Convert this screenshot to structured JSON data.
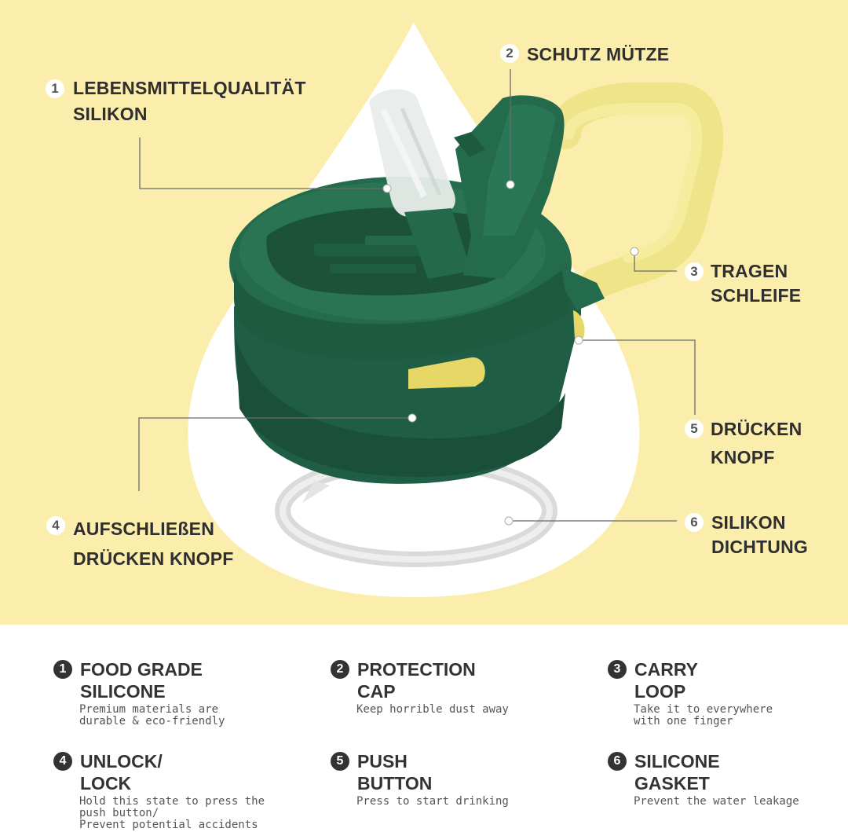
{
  "colors": {
    "background_top": "#fbeeac",
    "drop": "#ffffff",
    "lid_green": "#21664a",
    "handle_yellow": "#f1e48b",
    "gasket": "#dcdcdc",
    "badge_dark": "#333333"
  },
  "callouts": [
    {
      "number": "1",
      "lines": [
        "LEBENSMITTELQUALITÄT",
        "SILIKON"
      ]
    },
    {
      "number": "2",
      "lines": [
        "SCHUTZ MÜTZE"
      ]
    },
    {
      "number": "3",
      "lines": [
        "TRAGEN",
        "SCHLEIFE"
      ]
    },
    {
      "number": "4",
      "lines": [
        "AUFSCHLIEßEN",
        "DRÜCKEN KNOPF"
      ]
    },
    {
      "number": "5",
      "lines": [
        "DRÜCKEN",
        "KNOPF"
      ]
    },
    {
      "number": "6",
      "lines": [
        "SILIKON",
        "DICHTUNG"
      ]
    }
  ],
  "features": [
    {
      "number": "1",
      "title": [
        "FOOD GRADE",
        "SILICONE"
      ],
      "desc": [
        "Premium materials are",
        "durable & eco-friendly"
      ]
    },
    {
      "number": "2",
      "title": [
        "PROTECTION",
        "CAP"
      ],
      "desc": [
        "Keep horrible dust away"
      ]
    },
    {
      "number": "3",
      "title": [
        "CARRY",
        "LOOP"
      ],
      "desc": [
        "Take it to everywhere",
        "with one finger"
      ]
    },
    {
      "number": "4",
      "title": [
        "UNLOCK/",
        "LOCK"
      ],
      "desc": [
        "Hold this state to press the",
        "push button/",
        "Prevent potential accidents"
      ]
    },
    {
      "number": "5",
      "title": [
        "PUSH",
        "BUTTON"
      ],
      "desc": [
        "Press to start drinking"
      ]
    },
    {
      "number": "6",
      "title": [
        "SILICONE",
        "GASKET"
      ],
      "desc": [
        "Prevent the water leakage"
      ]
    }
  ]
}
